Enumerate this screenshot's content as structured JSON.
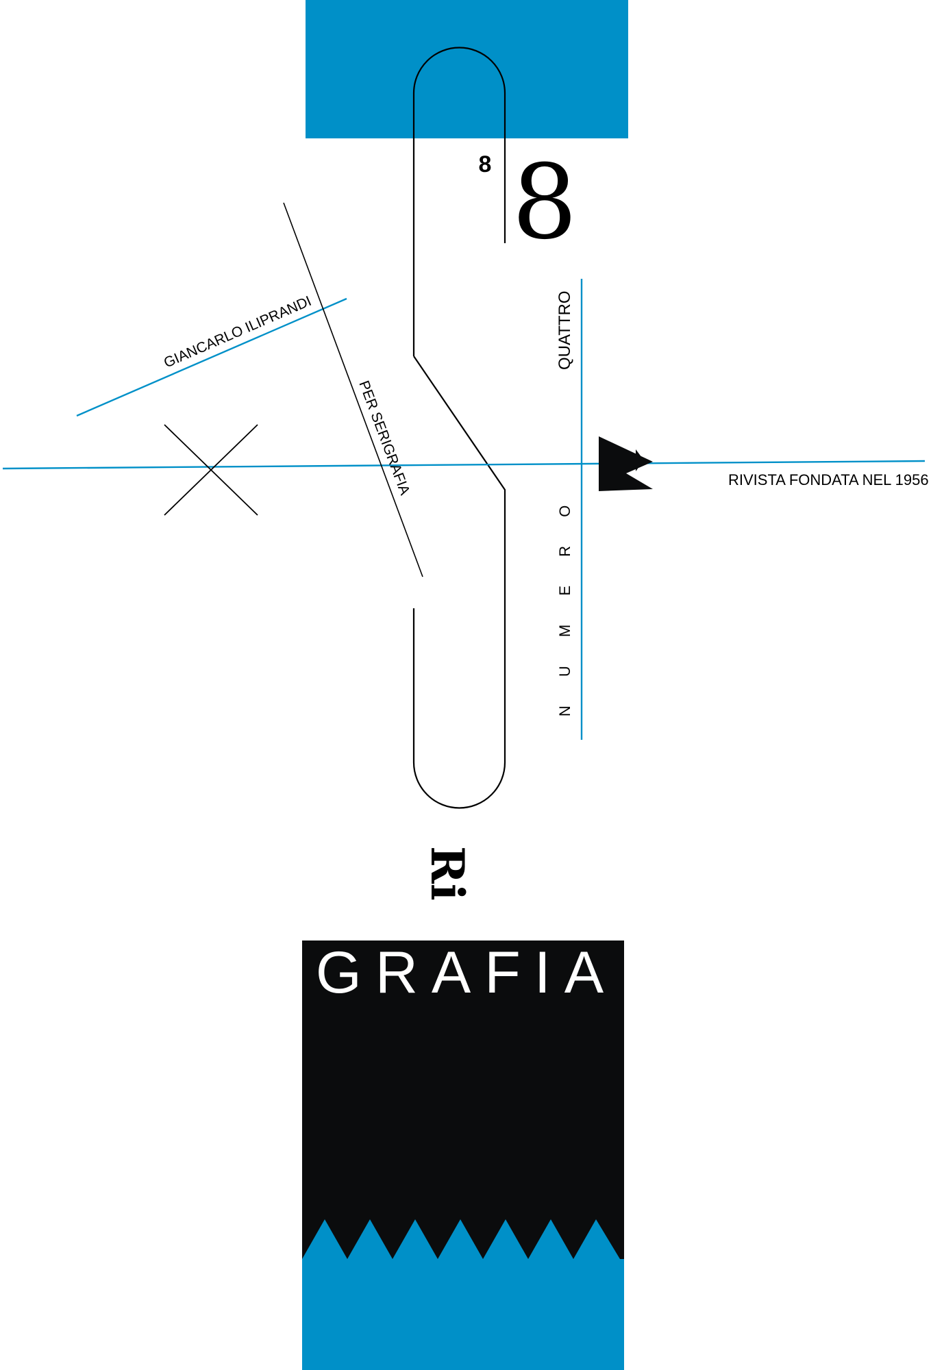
{
  "cover": {
    "issue_small": "8",
    "issue_large": "8",
    "word_quattro": "QUATTRO",
    "word_numero": "N U M E R O",
    "author": "GIANCARLO ILIPRANDI",
    "subtitle": "PER SERIGRAFIA",
    "founded": "RIVISTA FONDATA NEL 1956",
    "prefix": "Ri",
    "title": "GRAFIA"
  },
  "colors": {
    "blue": "#0090c8",
    "black": "#0b0c0d",
    "white": "#ffffff"
  }
}
